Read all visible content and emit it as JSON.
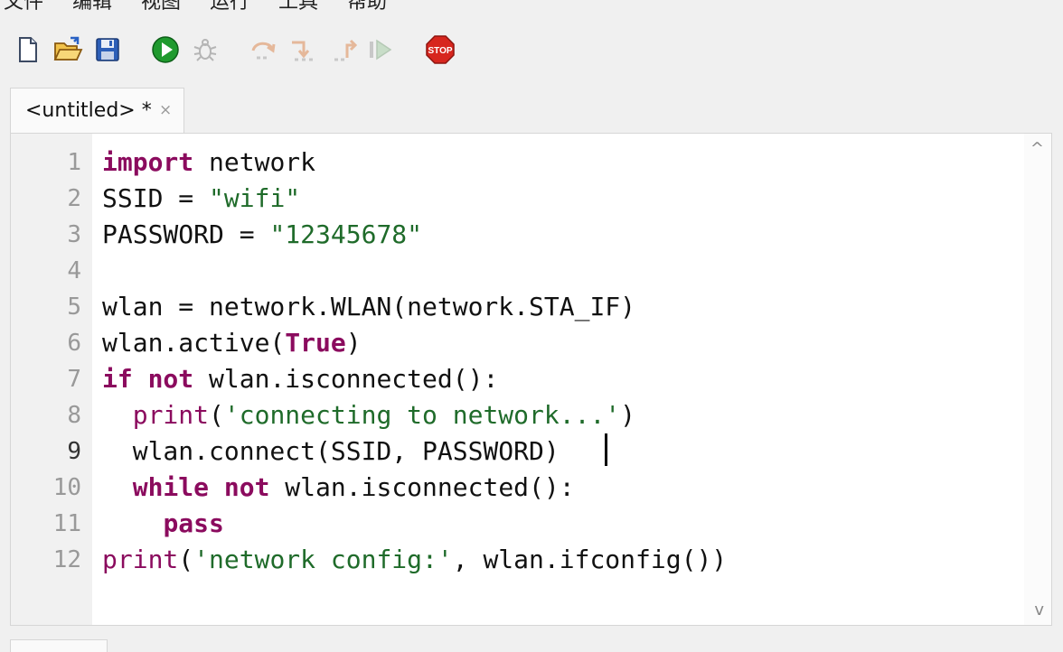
{
  "menu": {
    "items": [
      "文件",
      "编辑",
      "视图",
      "运行",
      "工具",
      "帮助"
    ]
  },
  "toolbar": {
    "icons": [
      "new-file-icon",
      "open-folder-icon",
      "save-icon",
      "run-icon",
      "debug-icon",
      "step-over-icon",
      "step-into-icon",
      "step-out-icon",
      "resume-icon",
      "stop-icon"
    ],
    "stop_label": "STOP",
    "colors": {
      "run": "#1f9a2e",
      "stop": "#d7261e",
      "disabled": "#c8c8c8"
    }
  },
  "tab": {
    "title": "<untitled>",
    "modified_marker": "*",
    "close_glyph": "×"
  },
  "editor": {
    "current_line": 9,
    "line_numbers": [
      "1",
      "2",
      "3",
      "4",
      "5",
      "6",
      "7",
      "8",
      "9",
      "10",
      "11",
      "12"
    ],
    "lines": [
      [
        {
          "t": "kw",
          "v": "import"
        },
        {
          "t": "n",
          "v": " network"
        }
      ],
      [
        {
          "t": "n",
          "v": "SSID = "
        },
        {
          "t": "str",
          "v": "\"wifi\""
        }
      ],
      [
        {
          "t": "n",
          "v": "PASSWORD = "
        },
        {
          "t": "str",
          "v": "\"12345678\""
        }
      ],
      [],
      [
        {
          "t": "n",
          "v": "wlan = network.WLAN(network.STA_IF)"
        }
      ],
      [
        {
          "t": "n",
          "v": "wlan.active("
        },
        {
          "t": "kw",
          "v": "True"
        },
        {
          "t": "n",
          "v": ")"
        }
      ],
      [
        {
          "t": "kw",
          "v": "if"
        },
        {
          "t": "n",
          "v": " "
        },
        {
          "t": "kw",
          "v": "not"
        },
        {
          "t": "n",
          "v": " wlan.isconnected():"
        }
      ],
      [
        {
          "t": "n",
          "v": "  "
        },
        {
          "t": "bi",
          "v": "print"
        },
        {
          "t": "n",
          "v": "("
        },
        {
          "t": "str",
          "v": "'connecting to network...'"
        },
        {
          "t": "n",
          "v": ")"
        }
      ],
      [
        {
          "t": "n",
          "v": "  wlan.connect(SSID, PASSWORD)"
        }
      ],
      [
        {
          "t": "n",
          "v": "  "
        },
        {
          "t": "kw",
          "v": "while"
        },
        {
          "t": "n",
          "v": " "
        },
        {
          "t": "kw",
          "v": "not"
        },
        {
          "t": "n",
          "v": " wlan.isconnected():"
        }
      ],
      [
        {
          "t": "n",
          "v": "    "
        },
        {
          "t": "kw",
          "v": "pass"
        }
      ],
      [
        {
          "t": "bi",
          "v": "print"
        },
        {
          "t": "n",
          "v": "("
        },
        {
          "t": "str",
          "v": "'network config:'"
        },
        {
          "t": "n",
          "v": ", wlan.ifconfig())"
        }
      ]
    ],
    "scroll_up_glyph": "^",
    "scroll_down_glyph": "v"
  }
}
